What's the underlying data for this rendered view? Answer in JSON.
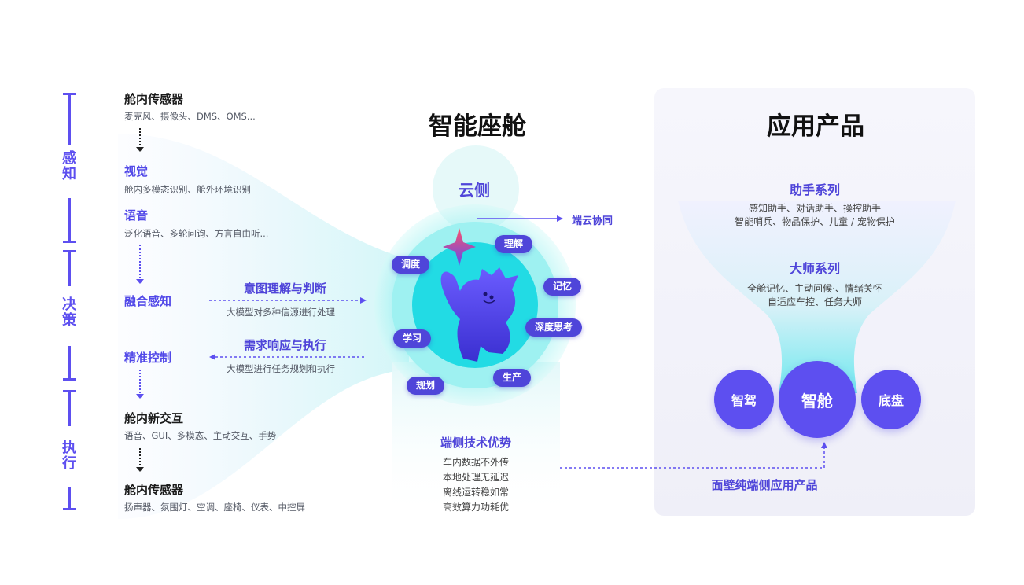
{
  "stages": {
    "perception": "感\n知",
    "decision": "决\n策",
    "execution": "执\n行"
  },
  "left_steps": [
    {
      "title": "舱内传感器",
      "sub": "麦克风、摄像头、DMS、OMS..."
    },
    {
      "title": "视觉",
      "sub": "舱内多模态识别、舱外环境识别"
    },
    {
      "title": "语音",
      "sub": "泛化语音、多轮问询、方言自由听..."
    },
    {
      "title": "融合感知",
      "sub": ""
    },
    {
      "title": "精准控制",
      "sub": ""
    },
    {
      "title": "舱内新交互",
      "sub": "语音、GUI、多模态、主动交互、手势"
    },
    {
      "title": "舱内传感器",
      "sub": "扬声器、氛围灯、空调、座椅、仪表、中控屏"
    }
  ],
  "middle": {
    "intent_title": "意图理解与判断",
    "intent_sub": "大模型对多种信源进行处理",
    "response_title": "需求响应与执行",
    "response_sub": "大模型进行任务规划和执行"
  },
  "center": {
    "title": "智能座舱",
    "cloud": "云侧",
    "cloud_link": "端云协同",
    "pills": [
      "理解",
      "调度",
      "记忆",
      "深度思考",
      "学习",
      "生产",
      "规划"
    ],
    "edge_title": "端侧技术优势",
    "edge_items": [
      "车内数据不外传",
      "本地处理无延迟",
      "离线运转稳如常",
      "高效算力功耗优"
    ]
  },
  "right": {
    "title": "应用产品",
    "assistant_title": "助手系列",
    "assistant_lines": [
      "感知助手、对话助手、操控助手",
      "智能哨兵、物品保护、儿童 / 宠物保护"
    ],
    "master_title": "大师系列",
    "master_lines": [
      "全舱记忆、主动问候·、情绪关怀",
      "自适应车控、任务大师"
    ],
    "circles": [
      "智驾",
      "智舱",
      "底盘"
    ],
    "bottom_label": "面壁纯端侧应用产品"
  },
  "colors": {
    "accent": "#5d4ff0",
    "accent_dark": "#4f45d9",
    "cyan": "#2fe0e8"
  }
}
